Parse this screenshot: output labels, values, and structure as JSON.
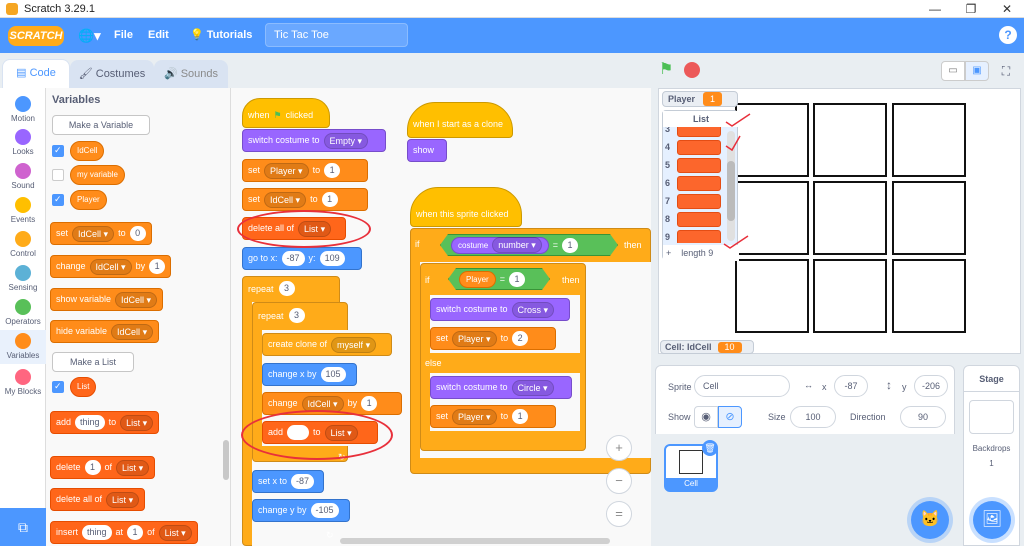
{
  "window": {
    "title": "Scratch 3.29.1",
    "minimize": "—",
    "maximize": "❐",
    "close": "✕"
  },
  "menu": {
    "logo": "SCRATCH",
    "globe": "🌐▾",
    "file": "File",
    "edit": "Edit",
    "tutorials": "Tutorials",
    "project_title": "Tic Tac Toe",
    "help": "?"
  },
  "tabs": {
    "code": "Code",
    "costumes": "Costumes",
    "sounds": "Sounds"
  },
  "categories": [
    "Motion",
    "Looks",
    "Sound",
    "Events",
    "Control",
    "Sensing",
    "Operators",
    "Variables",
    "My Blocks"
  ],
  "category_colors": [
    "#4c97ff",
    "#9966ff",
    "#cf63cf",
    "#ffbf00",
    "#ffab19",
    "#5cb1d6",
    "#59c059",
    "#ff8c1a",
    "#ff6680"
  ],
  "palette": {
    "heading": "Variables",
    "make_variable": "Make a Variable",
    "vars": [
      "IdCell",
      "my variable",
      "Player"
    ],
    "blk_set": "set",
    "blk_set_var": "IdCell",
    "blk_to": "to",
    "blk_set_val": "0",
    "blk_change": "change",
    "blk_change_var": "IdCell",
    "blk_by": "by",
    "blk_change_val": "1",
    "blk_show": "show variable",
    "blk_show_var": "IdCell",
    "blk_hide": "hide variable",
    "blk_hide_var": "IdCell",
    "make_list": "Make a List",
    "list_name": "List",
    "blk_add": "add",
    "blk_add_thing": "thing",
    "blk_add_to": "to",
    "blk_add_list": "List",
    "blk_delete": "delete",
    "blk_delete_val": "1",
    "blk_delete_of": "of",
    "blk_delete_list": "List",
    "blk_deleteall": "delete all of",
    "blk_deleteall_list": "List",
    "blk_insert": "insert",
    "blk_insert_thing": "thing",
    "blk_insert_at": "at",
    "blk_insert_val": "1",
    "blk_insert_of": "of",
    "blk_insert_list": "List"
  },
  "script1": {
    "when": "when",
    "clicked": "clicked",
    "switch_costume": "switch costume to",
    "costume_val": "Empty",
    "set": "set",
    "player": "Player",
    "to": "to",
    "player_val": "1",
    "idcell": "IdCell",
    "idcell_val": "1",
    "delete_all": "delete all of",
    "list": "List",
    "goto": "go to x:",
    "x_val": "-87",
    "y": "y:",
    "y_val": "109",
    "repeat": "repeat",
    "repeat_outer": "3",
    "repeat_inner": "3",
    "create_clone": "create clone of",
    "clone_target": "myself",
    "change_x": "change x by",
    "change_x_val": "105",
    "change": "change",
    "by": "by",
    "change_val": "1",
    "add": "add",
    "add_to": "to",
    "add_list": "List",
    "set_x": "set x to",
    "set_x_val": "-87",
    "change_y": "change y by",
    "change_y_val": "-105"
  },
  "script2": {
    "hat": "when I start as a clone",
    "show": "show"
  },
  "script3": {
    "hat": "when this sprite clicked",
    "if": "if",
    "costume": "costume",
    "number": "number",
    "eq": "=",
    "eq_val": "1",
    "then": "then",
    "player": "Player",
    "inner_eq_val": "1",
    "switch": "switch costume to",
    "cross": "Cross",
    "circle": "Circle",
    "set": "set",
    "to": "to",
    "set_val_1": "2",
    "set_val_2": "1",
    "else": "else"
  },
  "zoom": {
    "in": "+",
    "out": "−",
    "reset": "="
  },
  "stage": {
    "player_label": "Player",
    "player_value": "1",
    "list_title": "List",
    "list_indices": [
      "3",
      "4",
      "5",
      "6",
      "7",
      "8",
      "9"
    ],
    "list_plus": "+",
    "list_length": "length 9",
    "cell_label": "Cell: IdCell",
    "cell_value": "10"
  },
  "sprite": {
    "sprite_label": "Sprite",
    "sprite_name": "Cell",
    "x_label": "x",
    "x_val": "-87",
    "y_label": "y",
    "y_val": "-206",
    "show_label": "Show",
    "size_label": "Size",
    "size_val": "100",
    "direction_label": "Direction",
    "direction_val": "90",
    "thumb_name": "Cell"
  },
  "stagepanel": {
    "title": "Stage",
    "backdrops": "Backdrops",
    "backdrops_count": "1"
  }
}
